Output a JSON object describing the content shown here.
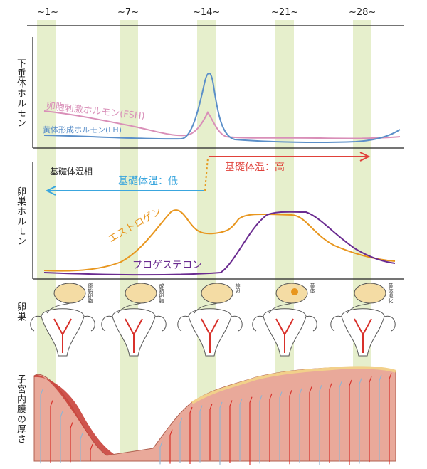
{
  "days": [
    "~1~",
    "~7~",
    "~14~",
    "~21~",
    "~28~"
  ],
  "section_labels": {
    "pituitary": "下垂体ホルモン",
    "ovarian": "卵巣ホルモン",
    "ovary": "卵巣",
    "endometrium": "子宮内膜の厚さ"
  },
  "pituitary": {
    "fsh_label": "卵胞刺激ホルモン(FSH)",
    "lh_label": "黄体形成ホルモン(LH)",
    "fsh_color": "#d98fb8",
    "lh_color": "#5b8fc9"
  },
  "temperature": {
    "heading": "基礎体温相",
    "low_label": "基礎体温：低",
    "high_label": "基礎体温：高",
    "low_color": "#3aa6de",
    "high_color": "#e0413a",
    "dotted_color": "#e69a1e"
  },
  "ovarian": {
    "estrogen_label": "エストロゲン",
    "progesterone_label": "プロゲステロン",
    "estrogen_color": "#e8961e",
    "progesterone_color": "#6a2b90"
  },
  "ovary_stages": [
    {
      "label": "原始卵胞"
    },
    {
      "label": "成熟卵胞"
    },
    {
      "label": "排卵"
    },
    {
      "label": "黄体"
    },
    {
      "label": "黄体退化"
    }
  ],
  "colors": {
    "band": "#e6efcc",
    "endometrium": "#e9a99a",
    "vessel": "#d8312b",
    "gland": "#93b4d1",
    "ovary_fill": "#f4dca4"
  }
}
